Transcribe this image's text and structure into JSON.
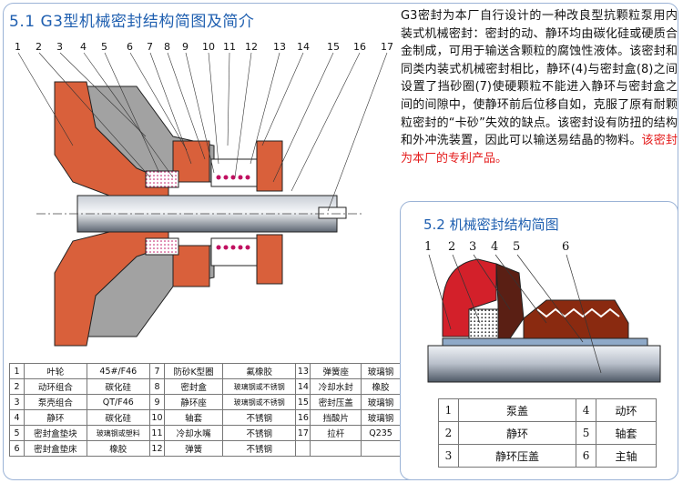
{
  "left_panel": {
    "title": "5.1 G3型机械密封结构简图及简介",
    "description": "G3密封为本厂自行设计的一种改良型抗颗粒泵用内装式机械密封：密封的动、静环均由碳化硅或硬质合金制成，可用于输送含颗粒的腐蚀性液体。该密封和同类内装式机械密封相比，静环(4)与密封盒(8)之间设置了挡砂圈(7)使硬颗粒不能进入静环与密封盒之间的间隙中，使静环前后位移自如，克服了原有耐颗粒密封的“卡砂”失效的缺点。该密封设有防扭的结构和外冲洗装置，因此可以输送易结晶的物料。",
    "highlight": "该密封为本厂的专利产品。",
    "callout_numbers": [
      "1",
      "2",
      "3",
      "4",
      "5",
      "6",
      "7",
      "8",
      "9",
      "10",
      "11",
      "12",
      "13",
      "14",
      "15",
      "16",
      "17"
    ],
    "parts": [
      [
        {
          "n": "1",
          "name": "叶轮",
          "mat": "45#/F46"
        },
        {
          "n": "7",
          "name": "防砂K型圈",
          "mat": "氟橡胶"
        },
        {
          "n": "13",
          "name": "弹簧座",
          "mat": "玻璃钢"
        }
      ],
      [
        {
          "n": "2",
          "name": "动环组合",
          "mat": "碳化硅"
        },
        {
          "n": "8",
          "name": "密封盒",
          "mat": "玻璃钢或不锈钢"
        },
        {
          "n": "14",
          "name": "冷却水封",
          "mat": "橡胶"
        }
      ],
      [
        {
          "n": "3",
          "name": "泵壳组合",
          "mat": "QT/F46"
        },
        {
          "n": "9",
          "name": "静环座",
          "mat": "玻璃钢或不锈钢"
        },
        {
          "n": "15",
          "name": "密封压盖",
          "mat": "玻璃钢"
        }
      ],
      [
        {
          "n": "4",
          "name": "静环",
          "mat": "碳化硅"
        },
        {
          "n": "10",
          "name": "轴套",
          "mat": "不锈钢"
        },
        {
          "n": "16",
          "name": "挡酸片",
          "mat": "玻璃钢"
        }
      ],
      [
        {
          "n": "5",
          "name": "密封盒垫块",
          "mat": "玻璃钢或塑料"
        },
        {
          "n": "11",
          "name": "冷却水嘴",
          "mat": "不锈钢"
        },
        {
          "n": "17",
          "name": "拉杆",
          "mat": "Q235"
        }
      ],
      [
        {
          "n": "6",
          "name": "密封盒垫床",
          "mat": "橡胶"
        },
        {
          "n": "12",
          "name": "弹簧",
          "mat": "不锈钢"
        },
        {
          "n": "",
          "name": "",
          "mat": ""
        }
      ]
    ]
  },
  "right_panel": {
    "title": "5.2 机械密封结构简图",
    "callout_numbers": [
      "1",
      "2",
      "3",
      "4",
      "5",
      "6"
    ],
    "parts": [
      [
        {
          "n": "1",
          "name": "泵盖"
        },
        {
          "n": "4",
          "name": "动环"
        }
      ],
      [
        {
          "n": "2",
          "name": "静环"
        },
        {
          "n": "5",
          "name": "轴套"
        }
      ],
      [
        {
          "n": "3",
          "name": "静环压盖"
        },
        {
          "n": "6",
          "name": "主轴"
        }
      ]
    ]
  },
  "colors": {
    "title": "#1f5fb0",
    "pump_red": "#d9603b",
    "casing_gray": "#9a9a9a",
    "shaft_gray": "#5f6a78",
    "highlight": "#e41b1b"
  }
}
